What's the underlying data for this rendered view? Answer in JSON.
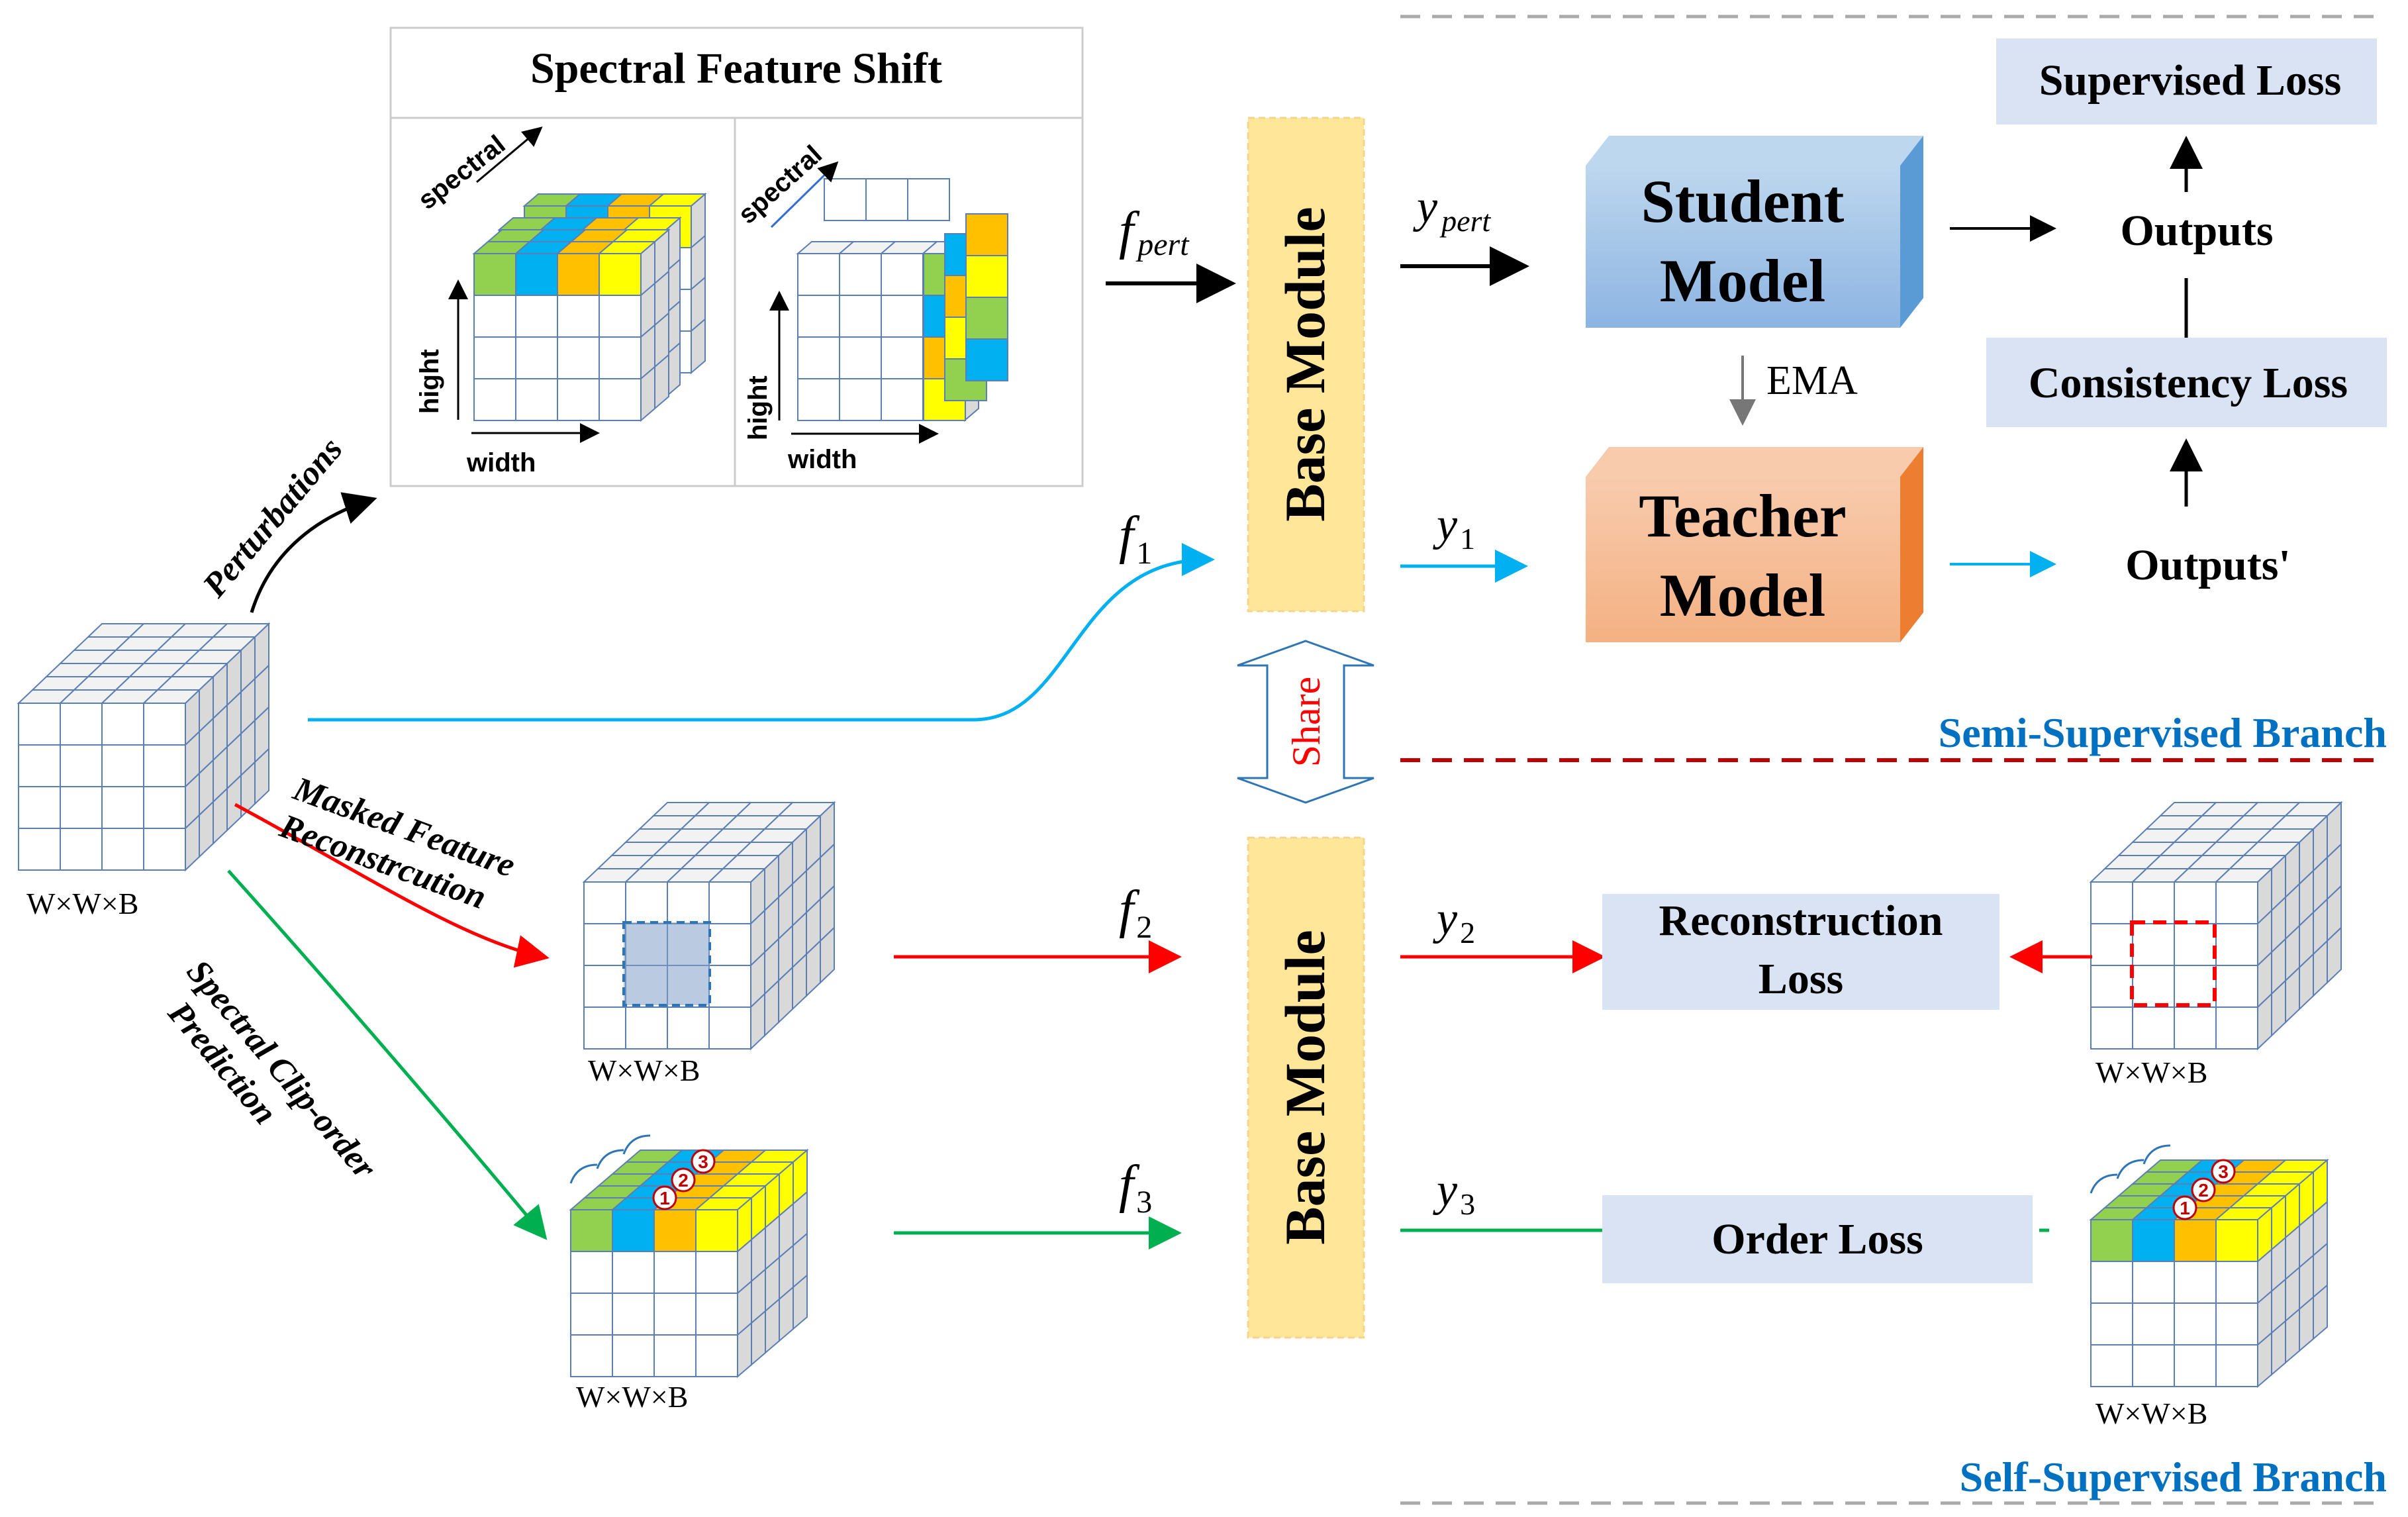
{
  "top_panel": {
    "title": "Spectral Feature Shift",
    "axis_spectral": "spectral",
    "axis_height": "hight",
    "axis_width": "width"
  },
  "branches": {
    "perturbations": "Perturbations",
    "masked_line1": "Masked Feature",
    "masked_line2": "Reconstrcution",
    "clip_line1": "Spectral Clip-order",
    "clip_line2": "Prediction"
  },
  "dims_label": "W×W×B",
  "features": {
    "f_pert_base": "f",
    "f_pert_sub": "pert",
    "f1_base": "f",
    "f1_sub": "1",
    "f2_base": "f",
    "f2_sub": "2",
    "f3_base": "f",
    "f3_sub": "3",
    "y_pert_base": "y",
    "y_pert_sub": "pert",
    "y1_base": "y",
    "y1_sub": "1",
    "y2_base": "y",
    "y2_sub": "2",
    "y3_base": "y",
    "y3_sub": "3"
  },
  "modules": {
    "base_module": "Base Module",
    "share": "Share",
    "student_line1": "Student",
    "student_line2": "Model",
    "teacher_line1": "Teacher",
    "teacher_line2": "Model",
    "ema": "EMA"
  },
  "losses": {
    "supervised": "Supervised Loss",
    "consistency": "Consistency Loss",
    "reconstruction_line1": "Reconstruction",
    "reconstruction_line2": "Loss",
    "order": "Order Loss"
  },
  "outputs": {
    "outputs": "Outputs",
    "outputs_prime": "Outputs'"
  },
  "branch_labels": {
    "semi": "Semi-Supervised Branch",
    "self": "Self-Supervised Branch"
  },
  "order_marks": [
    "1",
    "2",
    "3"
  ],
  "colors": {
    "green": "#92d050",
    "blue": "#00b0f0",
    "orange": "#ffc000",
    "yellow": "#ffff00",
    "base_module": "#ffe699",
    "student": "#9dc3e6",
    "teacher": "#f4b183",
    "loss_box": "#dae3f3",
    "red_line": "#ff0000",
    "blue_line": "#00b0f0",
    "green_line": "#00b050",
    "branch_text": "#0070c0"
  }
}
